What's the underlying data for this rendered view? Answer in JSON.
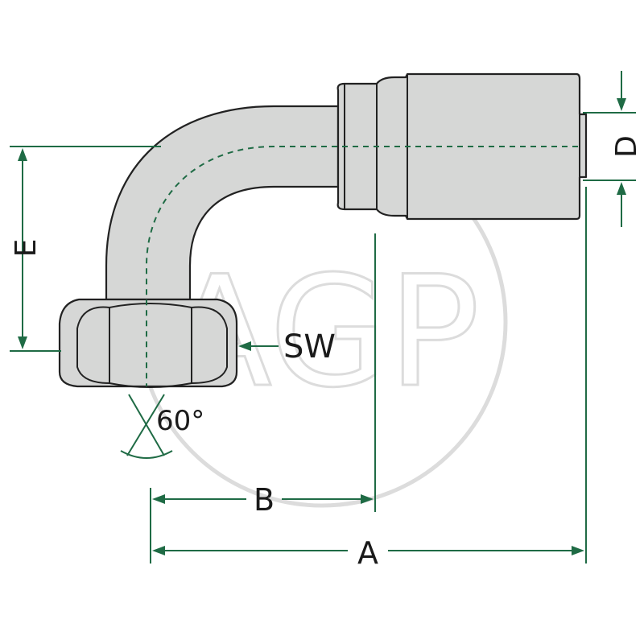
{
  "watermark": {
    "text": "AGP"
  },
  "labels": {
    "A": "A",
    "B": "B",
    "D": "D",
    "E": "E",
    "SW": "SW",
    "angle": "60°"
  },
  "colors": {
    "dimension": "#1f6b45",
    "part_fill": "#d6d7d6",
    "outline": "#222222",
    "watermark": "#dcdcdc"
  }
}
